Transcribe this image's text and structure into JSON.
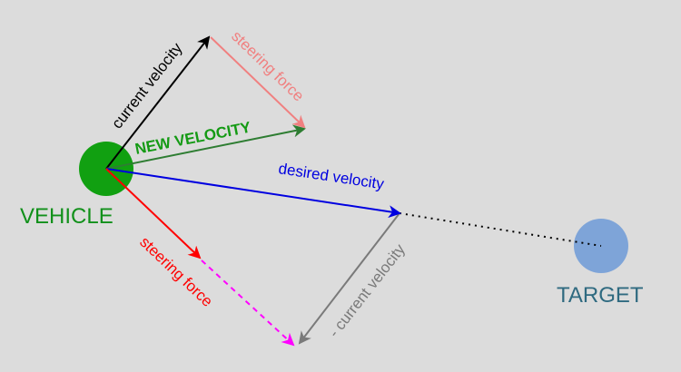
{
  "nodes": {
    "vehicle": {
      "label": "VEHICLE",
      "color": "#11a011",
      "label_color": "#11901a"
    },
    "target": {
      "label": "TARGET",
      "color": "#7ea4d8",
      "label_color": "#2f6a80"
    }
  },
  "vectors": {
    "current_velocity": {
      "label": "current velocity",
      "color": "#000000"
    },
    "steering_force_top": {
      "label": "steering force",
      "color": "#f08080"
    },
    "new_velocity": {
      "label": "NEW VELOCITY",
      "color": "#2e7d32",
      "label_color": "#149a14"
    },
    "desired_velocity": {
      "label": "desired velocity",
      "color": "#0000e0"
    },
    "steering_force_bottom": {
      "label": "steering force",
      "color": "#ff0000"
    },
    "negative_current_velocity": {
      "label": "- current velocity",
      "color": "#7a7a7a"
    },
    "steering_force_extension": {
      "color": "#ff00ff"
    },
    "to_target": {
      "color": "#000000"
    }
  }
}
